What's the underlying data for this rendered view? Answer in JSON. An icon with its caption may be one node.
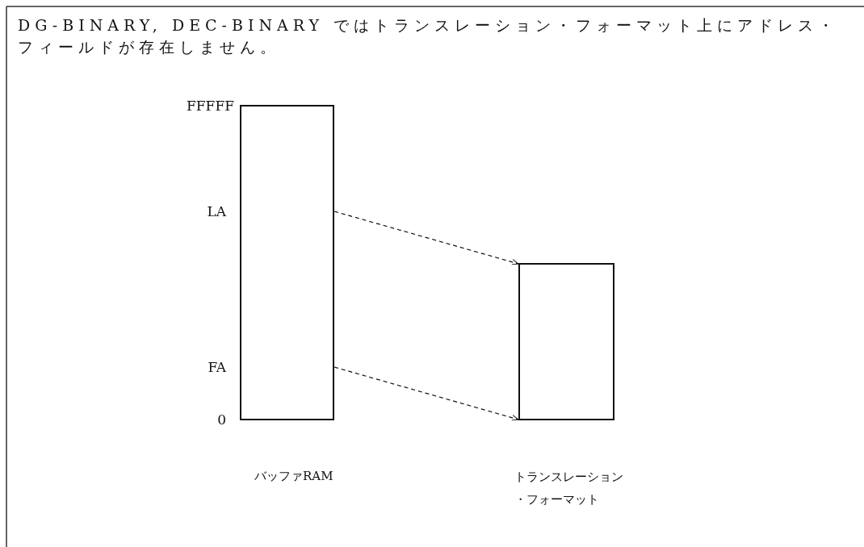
{
  "diagram": {
    "title": "DG-BINARY, DEC-BINARY ではトランスレーション・フォーマット上にアドレス・フィールドが存在しません。",
    "nodes": [
      {
        "text": [],
        "shape": "box"
      },
      {
        "text": [],
        "shape": "box"
      }
    ],
    "edges": [
      {
        "from": 0,
        "to": 1,
        "arrow": "to",
        "style": "dashed"
      },
      {
        "from": 0,
        "to": 1,
        "arrow": "to",
        "style": "dashed"
      }
    ],
    "labels": [
      "FFFFF",
      "LA",
      "FA",
      "0",
      "バッファRAM",
      "トランスレーション・フォーマット"
    ]
  }
}
